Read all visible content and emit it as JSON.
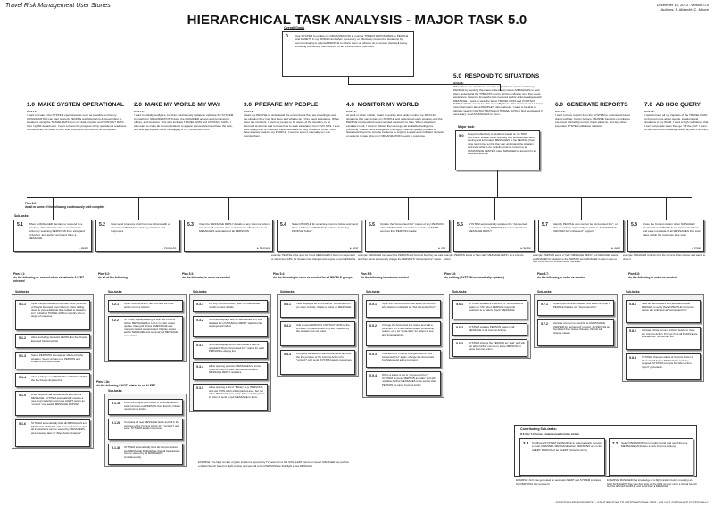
{
  "header": {
    "left": "Travel Risk Management User Stories",
    "right_lines": [
      "December 18, 2013 - version 0.4",
      "Authors: F. Albrecht, C. Moore"
    ]
  },
  "title": "HIERARCHICAL TASK ANALYSIS - MAJOR TASK 5.0",
  "overall_goal": {
    "label": "Overall Goals",
    "number": "0.",
    "text": "Use SYSTEM to enable my ORGANIZATION to monitor THREAT EXPOSURES to PEOPLE and ASSETS in my WORLD and when necessary, to effectively respond to situations by communicating to affected PEOPLE to inform them on what to do to ensure their well-being, including connecting them directly to an ASSISTANCE CENTER"
  },
  "major_tasks": [
    {
      "id": "1.0",
      "title": "MAKE SYSTEM OPERATIONAL",
      "goal": "I want to make it the SYSTEM operational as soon as possible so that my ORGANIZATION can start properly PEOPLE and Monitoring & Responding to situations using the TRAVEL DATA from my data provider and CONTACT DATA from my HR department. I want to know the progress of my operational readiness to know when it's ready to use, and what parts still need to be completed."
    },
    {
      "id": "2.0",
      "title": "MAKE MY WORLD MY WAY",
      "goal": "I want to initially configure, but then continuously update to optimize the SYSTEM to match my ORGANIZATION'S data, the MANAGER access and permissions, offices, and locations. This also includes TRAVEL DATA and CONTACT DATA. I also want to make all communications to appear personalized and have the look, feel and appropriate to the messaging of my ORGANIZATION."
    },
    {
      "id": "3.0",
      "title": "PREPARE MY PEOPLE",
      "goal": "I want my PEOPLE to understand the environment they are traveling to and the situation they may find there and what to do if they need assistance. When there are incidents, I want my people to be aware of the situation, to be informed at all time and to know how to seek assistance from SVO SOS. I also want to approve or influence travel itineraries to risky locations. When I don't have itinerary data for my PEOPLE, I need to enter it manually so I can monitor them."
    },
    {
      "id": "4.0",
      "title": "MONITOR MY WORLD",
      "goal": "At work or when mobile, I want to quickly and easily monitor my World for situations that may impact my PEOPLE and understand each situation and the PEOPLE involved and recommended measures to take. When situations escalate in risk, I want to \"follow\" them and get all available Intelligence (including \"chatter\" and Intelligence briefings). I want to quickly prepare a Situational Report to provide evidence to support a quick and confident decision on actions to take when my ORGANIZATION needs to response."
    },
    {
      "id": "5.0",
      "title": "RESPOND TO SITUATIONS",
      "goal": "When there are situations I need to respond to, I want to assist my PEOPLE by sending them automated and custom MESSAGES to help them understand the THREATS and to tell them what to do if they need assistance. I want to know who has received and/or acknowledged each MESSAGE. I want to view the latest TRAVEL DATA and CONTACT DATA available and to be able to modify these data elements as I receive new information about PEOPLE'S whereabouts. I want to be able to globally search CONTACT DATA and TRAVEL DATA to find people and if necessary, send MESSAGES to them."
    },
    {
      "id": "6.0",
      "title": "GENERATE REPORTS",
      "goal": "I want to have reports from the SYSTEM to understand better doing such as: Comm Actions, PEOPLE traveling compliance, pre-travel debriefing receipt, travel patterns, and any other important SYSTEM utilization statistics."
    },
    {
      "id": "7.0",
      "title": "AD HOC QUERY",
      "goal": "I want to have all my inquiries of the TRAVEL DATA to find out more about people, locations and situations in my World. I want a high confidence that I can find people when they go \"off the grid\". I want to view and add knowledge about anyone's itinerary."
    }
  ],
  "major_task_label": "Major task:",
  "task_5_detail": {
    "number": "5.0",
    "text": "Respond effectively to situations based on my TRM POLICIES: Enable me to manually and automatically send alerting and informative MESSAGES to the PEOPLE (from mine (and mine) so that they can understand the situation and know what to do, including how to connect to an ASSISTANCE CENTER. Have MANAGER to account for all affected PEOPLE."
  },
  "plan50": {
    "label": "Plan 5.0:",
    "text": "do all or some of the following continuously until complete"
  },
  "subtasks_label": "Sub-tasks:",
  "subtasks": [
    {
      "n": "5.1",
      "text": "When a MANAGER decides to respond to a situation, allow them to start a new Comms Action by selecting PERSONS from view (and inclusive), and author and send them a MESSAGE",
      "ex": "► Handle"
    },
    {
      "n": "5.2",
      "text": "View send progress of all Comms Actions with all associated MESSAGE delivery statistics and responses",
      "ex": "► Comms Act."
    },
    {
      "n": "5.3",
      "text": "View the MESSAGE REPLY details of any Comms Action and view all relevant data or determine effectiveness of MESSAGES and status of all PERSONS",
      "ex": "► Summary"
    },
    {
      "n": "5.4",
      "text": "Select PEOPLE for an active Comms Action and send them a follow-up MESSAGE to them, including PEOPLE \"follow\"",
      "ex": "► Send"
    },
    {
      "n": "5.5",
      "text": "Update the \"Accounted For\" status of any PERSON when MANAGER is sure from outside SYSTEM sources that PERSON is safe",
      "ex": "► Acct."
    },
    {
      "n": "5.6",
      "text": "SYSTEM automatically updates the \"Accounted For\" status of any PERSON based on \"positive\" MESSAGE REPLY",
      "ex": "► System"
    },
    {
      "n": "5.7",
      "text": "Identify PEOPLE who cannot be \"Accounted For\", or that need help. Optionally send list to ASSISTANCE CENTER for \"enhanced\" support.",
      "ex": "► Assist"
    },
    {
      "n": "5.8",
      "text": "Close the Comms Action when MANAGER decides that all PEOPLE are \"Accounted For\", and save metadata of all MESSAGES that took place within the response time span",
      "ex": "► Close"
    }
  ],
  "examples": [
    "example: PEOPLE to be open for future MESSAGES if have not responded or determined 18%, for situation has changed and require a new MESSAGE",
    "example: MANAGER can select the PERSON and hold out that they are safe and then wants to manually change the PERSON'S \"Accounted For\" status",
    "example: PERSON sends a \"I am safe\" MESSAGE REPLY as a Comms Action",
    "example: PERSON sends a \"help\" MESSAGE REPLY and MANAGER wants a MANAGER for situation to the PERSON and MANAGER to call on open a new CASE with an ASSISTANCE CENTER",
    "example: MANAGER confirms that the Comms Action is over and wants to close it"
  ],
  "plans": [
    {
      "label": "Plan 5.1:",
      "text": "do the following as needed when situation is ALERT oriented"
    },
    {
      "label": "Plan 5.2:",
      "text": "do all of the following"
    },
    {
      "label": "Plan 5.3:",
      "text": "do the following in order as needed"
    },
    {
      "label": "Plan 5.4:",
      "text": "do the following in order as needed for all PEOPLE groups"
    },
    {
      "label": "Plan 5.5:",
      "text": "do the following in order as needed"
    },
    {
      "label": "Plan 5.6:",
      "text": "do nothing (SYSTEM automatically updates)"
    },
    {
      "label": "Plan 5.7:",
      "text": "do the following in order as needed"
    },
    {
      "label": "Plan 5.8:",
      "text": "do the following in order as needed"
    }
  ],
  "col51": [
    {
      "n": "5.1.1",
      "t": "Open People Detail from an Alert view (View list of People Exposed (over future)). Allow drilling down to view additional data related to situation, incl. individual TRAVEL DATA to identify who is target of response"
    },
    {
      "n": "5.1.2",
      "t": "Allow excluding domestic PEOPLE to the People Exposed future/now list."
    },
    {
      "n": "5.1.3",
      "t": "Select PERSONS that appear affected by the situation. Select at least one PERSON and initiate a new MESSAGE"
    },
    {
      "n": "5.1.4",
      "t": "Allow adding a new PERSON's CONTACT DATA the the People Exposed list."
    },
    {
      "n": "5.1.5",
      "t": "Enter required MESSAGE fields and send a MESSAGE. SYSTEM automatically creates a new Comms Action using the ALERT option as \"context\" and awaits MESSAGE REPLIES"
    },
    {
      "n": "5.1.6",
      "t": "SYSTEM automatically links all MESSAGES and MESSAGE REPLIES with Comms Action so that all transactions can be viewed by MANAGERS and reviewed later in \"After-Action Analysis\""
    }
  ],
  "col52": [
    {
      "n": "5.2.1",
      "t": "Open Comms Action Tab and view list of all active Comms Actions"
    },
    {
      "n": "5.2.2",
      "t": "SYSTEM displays data grid with last Comms Action MESSAGE first. List is in order of last update. Data grid shows if MESSAGE was manual created or automated. Display shows author MANAGER and summary of MESSAGE send status"
    }
  ],
  "plan51b": {
    "label": "Plan 5.1b:",
    "text": "do the following if NOT related to an ALERT"
  },
  "col51b": [
    {
      "n": "5.1.1b",
      "t": "From the People List results of a Global Search, select at least one PERSON from that list, Initiate new Comms Action."
    },
    {
      "n": "5.1.2b",
      "t": "Complete all new MESSAGE fields and fill in the purpose of the Comms Action (it's \"context\") and send. SYSTEM awaits responses."
    },
    {
      "n": "5.1.3b",
      "t": "SYSTEM automatically links all Comms Actions and MESSAGE REPLIES so that all transactions can be viewed by all MANAGERS simultaneously."
    }
  ],
  "note51b": "EXAMPLE: The flight number of given incident is reported by TV news but no list! SOS ALERT has been issued. MANAGER can perform a Global Search based on flight number and send all current PERSONS on that flight a new MESSAGE",
  "col53": [
    {
      "n": "5.3.1",
      "t": "For any Comms Action, open full MESSAGE results to view details."
    },
    {
      "n": "5.3.2",
      "t": "SYSTEM displays last full MESSAGE text, and detailed list of MESSAGE REPLY statistics like sent/opened/ failed."
    },
    {
      "n": "5.3.3",
      "t": "SYSTEM display which MESSAGES was re-uploaded. Show \"Accounted For\" status for each PERSON to display list."
    },
    {
      "n": "5.3.4",
      "t": "Allow opening previous MESSAGES to some Comms Action to view MESSAGE text and MESSAGE REPLY statistics."
    },
    {
      "n": "5.3.5",
      "t": "Allow opening a list of \"Brikas\" (e.g. PERSONS who are NOW within the impacted area, but not when MESSAGE was sent). Allow selecting them in order to send a new MESSAGE to them."
    }
  ],
  "col54": [
    {
      "n": "5.4.1",
      "t": "View display of all PEOPLE not \"Accounted For\" (or other criteria). Initiate a follow up MESSAGE"
    },
    {
      "n": "5.4.2",
      "t": "Add a new PERSON'S CONTACT DATA to the list when it is determined they are impacted by the situation but not listed."
    },
    {
      "n": "5.4.3",
      "t": "Complete all required MESSAGE fields and edit the the purpose of the Comms Action (it's \"context\") and send. SYSTEM awaits responses."
    }
  ],
  "col55": [
    {
      "n": "5.5.1",
      "t": "Open the Comms Action and select a PERSON who status is indicated as \"Not Accounted For\""
    },
    {
      "n": "5.5.2",
      "t": "Change the Accounted For status and add a comment. SYSTEM saves details (timestamp, reason, etc.) as \"meta-data\" for others to see and future analysis."
    },
    {
      "n": "5.5.3",
      "t": "If a PERSON'S status changes back to \"Not Accounted For\" again, change the Accounted For Status and add a comment."
    },
    {
      "n": "5.5.4",
      "t": "When a status is set to \"Accounted For\" SYSTEM removes PERSON as \"safe\" and will not allow further MESSAGES to be sent to that PERSON for same Comms Action"
    }
  ],
  "col56": [
    {
      "n": "5.6.1",
      "t": "SYSTEM updates a PERSON'S \"Accounted For\" status as \"OK\" when PERSON responds positively to a \"safety check\" MESSAGE"
    },
    {
      "n": "5.6.2",
      "t": "SYSTEM updates PERSON status in all MESSAGE in all Comms Actions"
    },
    {
      "n": "5.6.3",
      "t": "SYSTEM informs the PERSON as \"safe\" and will not allow further comms to same PERSON for same Comms Action"
    }
  ],
  "col57": [
    {
      "n": "5.7.1",
      "t": "Open Comms Action details, and select a group of PEOPLE that are not \"Accounted For\"."
    },
    {
      "n": "5.7.2",
      "t": "Activate a button to send list to ASSISTANCE CENTER for \"enhanced\" support. As PEOPLE are found and their status changes, this list will change values."
    }
  ],
  "col58": [
    {
      "n": "5.8.1",
      "t": "View all MESSAGES sent and MESSAGE REPLIES to verify that all PEOPLE in Comms Action are indicated as \"Accounted For\""
    },
    {
      "n": "5.8.2",
      "t": "Activate \"Close Comms Action\" button to close the Comms Action. Prompt if not all PEOPLE are indicated as \"Accounted For\"."
    },
    {
      "n": "5.8.3",
      "t": "SYSTEM changes status of Comms Action to \"closed\". All further MESSAGE sends are stopped. SYSTEM prompts for \"after-action report\" generation."
    }
  ],
  "contributing": {
    "label": "Contributing Sub-tasks:",
    "sub": "If 3.3 or 7.2 occur, create a new Comms Action",
    "items": [
      {
        "n": "3.3",
        "t": "Configure SYSTEM for PEOPLE to automatically receive a main CHANNEL MESSAGE when PERSONS are in the ALERT RADIUS of an ALERT (Activate ACC)"
      },
      {
        "n": "7.2",
        "t": "Select PERSONS from results found and send them a MESSAGE (Activates a new Comms Action)"
      }
    ],
    "note_l": "EXAMPLE: ACC has generated an automatic ALERT and SYSTEM indicates that PERSONS has received it",
    "note_r": "EXAMPLE: MANAGER has knowledge of a flight incident before receiving an SVO SOS ALERT. They can then look up the flight number using a Global Search, find the affected PEOPLE, and send them a MESSAGE"
  },
  "footer": "CONTROLLED DOCUMENT - CONFIDENTIAL TO INTERNATIONAL SOS - DO NOT CIRCULATE EXTERNALLY"
}
